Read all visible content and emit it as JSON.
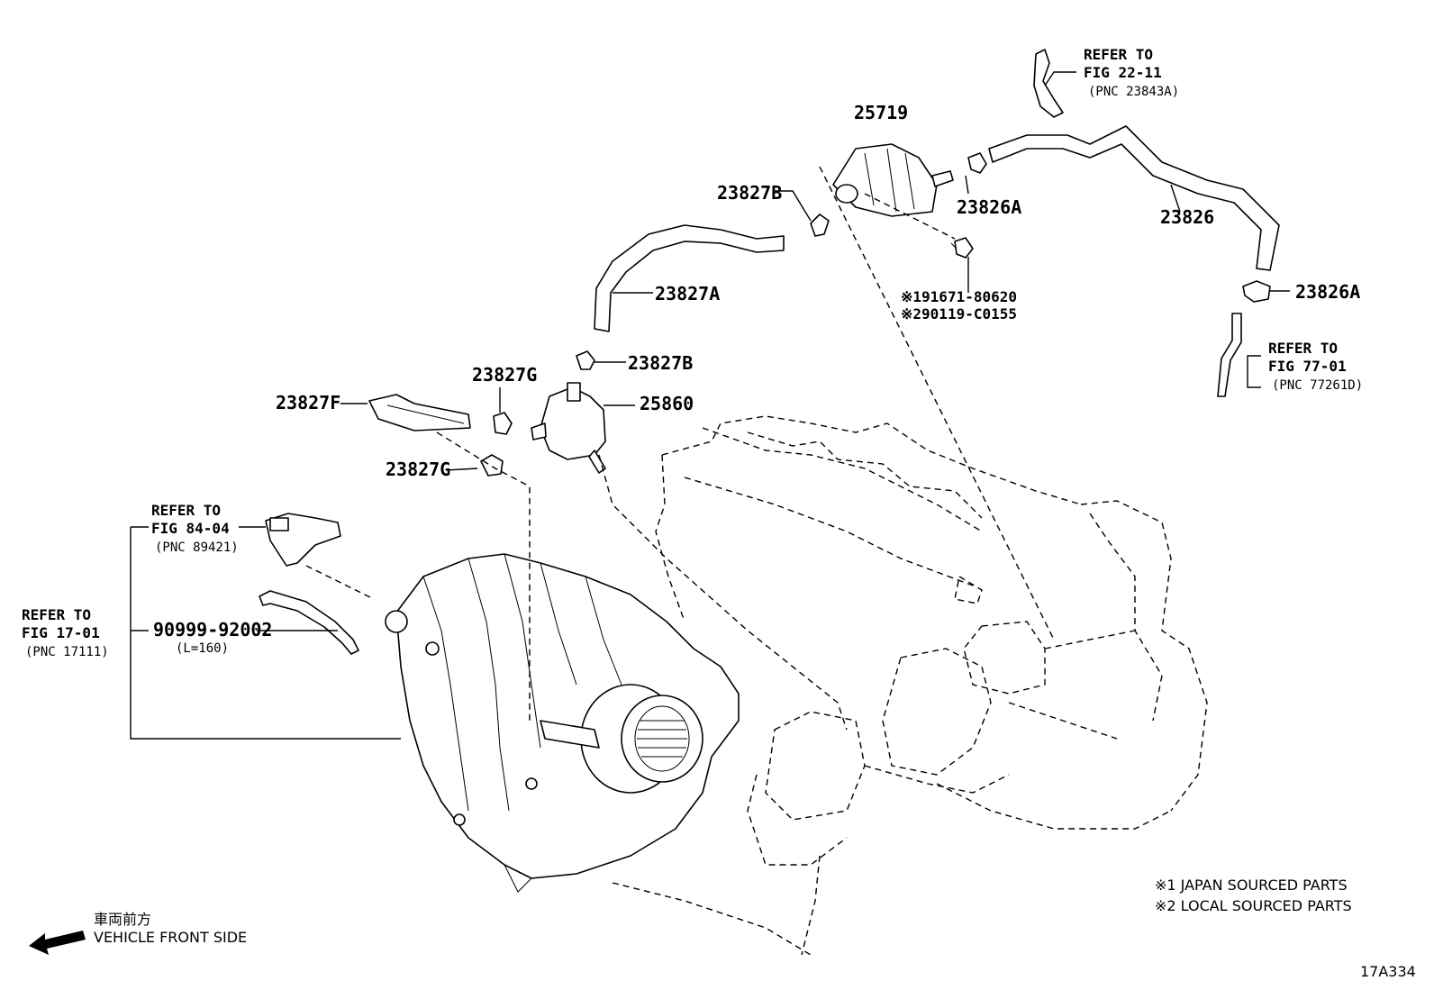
{
  "callouts": {
    "p25719": "25719",
    "p23827B_top": "23827B",
    "p23826A_top": "23826A",
    "p23826": "23826",
    "p23827A": "23827A",
    "p23826A_right": "23826A",
    "p23827B_mid": "23827B",
    "p23827G_top": "23827G",
    "p23827F": "23827F",
    "p25860": "25860",
    "p23827G_bottom": "23827G",
    "bolt_jp": "※191671-80620",
    "bolt_local": "※290119-C0155",
    "hose_90999": "90999-92002",
    "hose_length": "(L=160)"
  },
  "refs": {
    "fig22": {
      "l1": "REFER TO",
      "l2": "FIG 22-11",
      "l3": "(PNC 23843A)"
    },
    "fig77": {
      "l1": "REFER TO",
      "l2": "FIG 77-01",
      "l3": "(PNC 77261D)"
    },
    "fig84": {
      "l1": "REFER TO",
      "l2": "FIG 84-04",
      "l3": "(PNC 89421)"
    },
    "fig17": {
      "l1": "REFER TO",
      "l2": "FIG 17-01",
      "l3": "(PNC 17111)"
    }
  },
  "legend": {
    "japan": "※1 JAPAN SOURCED PARTS",
    "local": "※2 LOCAL SOURCED PARTS"
  },
  "front": {
    "jp": "車両前方",
    "en": "VEHICLE FRONT SIDE"
  },
  "figure_code": "17A334",
  "icons": [
    "front-arrow-icon"
  ]
}
